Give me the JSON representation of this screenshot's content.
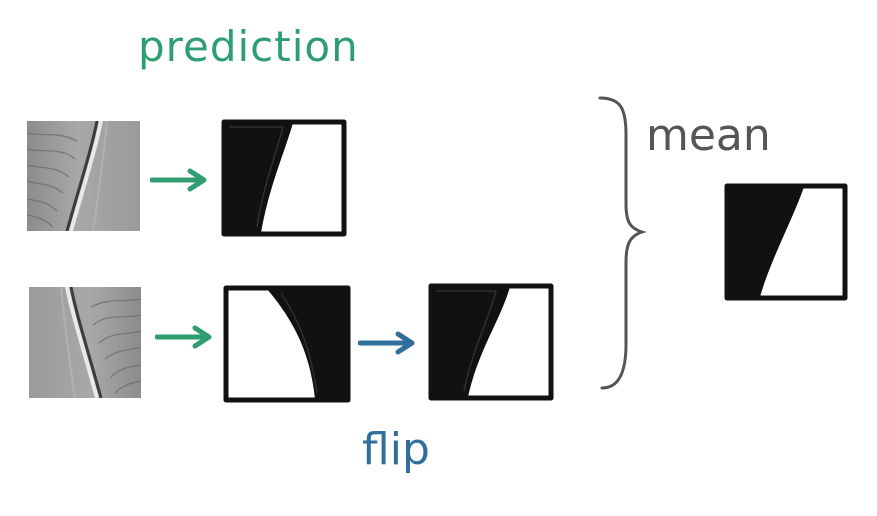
{
  "labels": {
    "prediction": "prediction",
    "mean": "mean",
    "flip": "flip"
  },
  "colors": {
    "green": "#2e9e72",
    "blue": "#2f6f9c",
    "ink": "#111111",
    "gray_text": "#555555"
  },
  "icons": {
    "arrow": "right-arrow-icon",
    "brace": "right-curly-brace-icon"
  }
}
